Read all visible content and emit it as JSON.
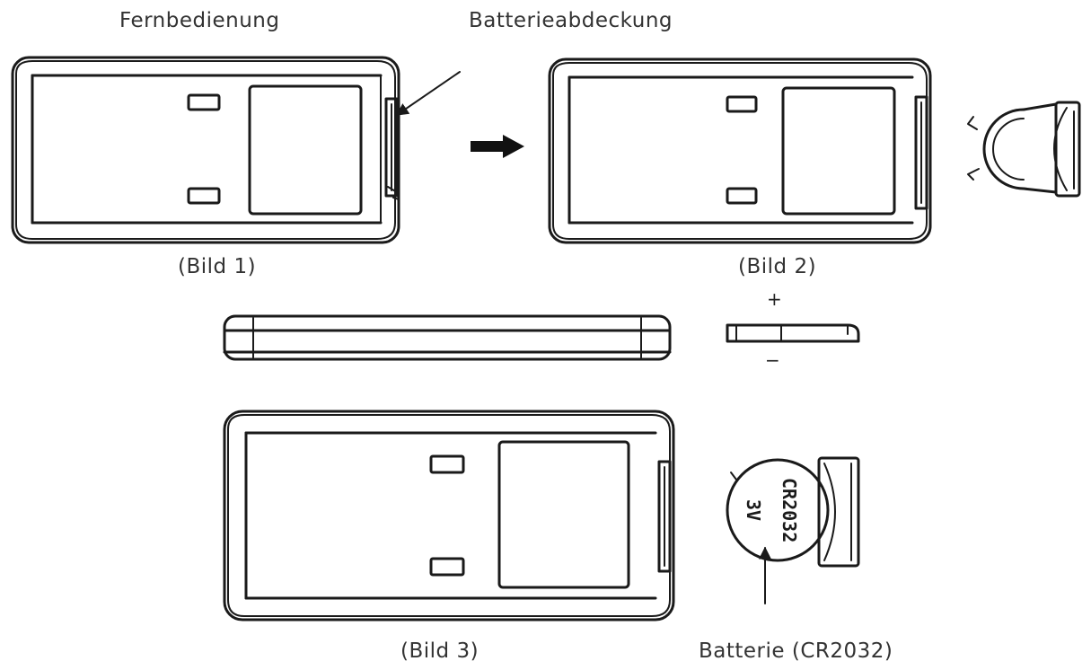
{
  "labels": {
    "remote": "Fernbedienung",
    "battery_cover": "Batterieabdeckung",
    "figure_1": "(Bild 1)",
    "figure_2": "(Bild 2)",
    "figure_3": "(Bild 3)",
    "battery": "Batterie (CR2032)"
  },
  "battery_markings": {
    "plus": "+",
    "minus": "−",
    "model": "CR2032",
    "voltage": "3V"
  }
}
